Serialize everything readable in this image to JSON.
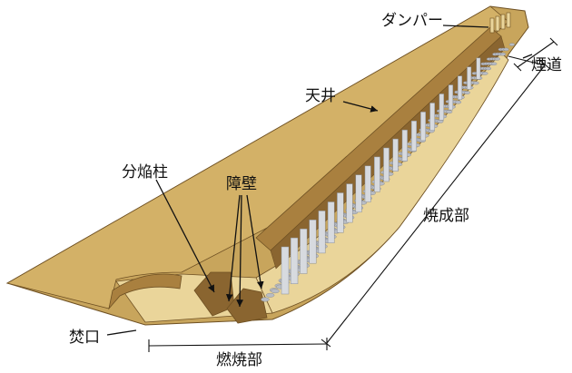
{
  "labels": {
    "damper": "ダンパー",
    "flue": "煙道",
    "ceiling": "天井",
    "flame_pillar": "分焔柱",
    "baffle_wall": "障壁",
    "firing_section": "焼成部",
    "fire_mouth": "焚口",
    "combustion_section": "燃焼部"
  },
  "colors": {
    "kiln_outer": "#c8a55c",
    "kiln_top": "#d3b167",
    "wall_face": "#a9803f",
    "wall_dark": "#8a6530",
    "floor": "#ead59a",
    "hole": "#b8bcc4",
    "pillar": "#d7dadf",
    "outline": "#6e5023"
  }
}
